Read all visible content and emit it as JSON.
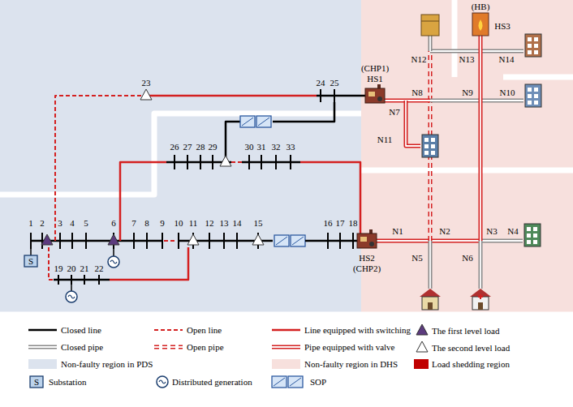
{
  "diagram": {
    "labels": [
      "23",
      "24",
      "25",
      "(CHP1)",
      "HS1",
      "N12",
      "(HB)",
      "HS3",
      "N13",
      "N14",
      "N8",
      "N9",
      "N10",
      "N7",
      "N11",
      "26",
      "27",
      "28",
      "29",
      "30",
      "31",
      "32",
      "33",
      "1",
      "2",
      "3",
      "4",
      "5",
      "6",
      "7",
      "8",
      "9",
      "10",
      "11",
      "12",
      "13",
      "14",
      "15",
      "16",
      "17",
      "18",
      "HS2",
      "(CHP2)",
      "N1",
      "N2",
      "N3",
      "N4",
      "N5",
      "N6",
      "S",
      "19",
      "20",
      "21",
      "22",
      "S"
    ],
    "legend": [
      {
        "text": "Closed line"
      },
      {
        "text": "Open line"
      },
      {
        "text": "Line equipped with switching"
      },
      {
        "text": "The first level load"
      },
      {
        "text": "Closed pipe"
      },
      {
        "text": "Open pipe"
      },
      {
        "text": "Pipe equipped with valve"
      },
      {
        "text": "The second level load"
      },
      {
        "text": "Non-faulty region in PDS",
        "color": "#dce3ee"
      },
      {
        "text": "Non-faulty region in DHS",
        "color": "#f7e0dd"
      },
      {
        "text": "Load shedding region",
        "color": "#c00000"
      },
      {
        "text": "Substation"
      },
      {
        "text": "Distributed generation"
      },
      {
        "text": "SOP"
      }
    ]
  }
}
